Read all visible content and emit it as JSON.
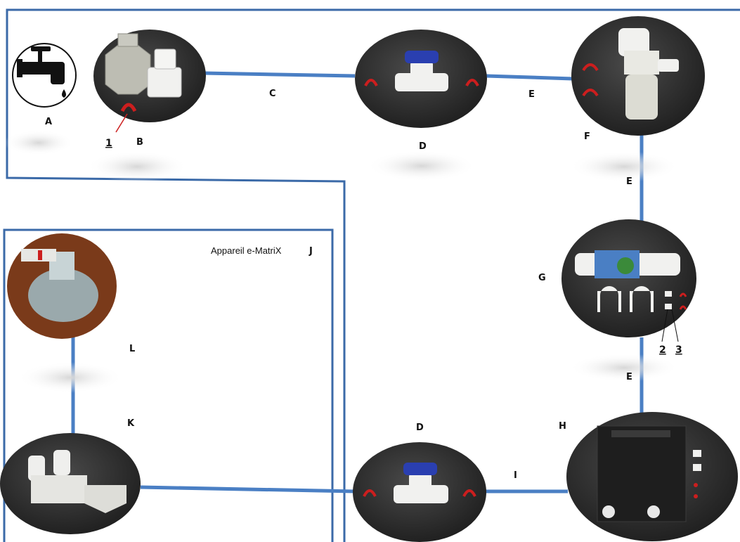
{
  "labels": {
    "A": "A",
    "B": "B",
    "C": "C",
    "D_top": "D",
    "E_top": "E",
    "F": "F",
    "E_mid": "E",
    "G": "G",
    "E_low": "E",
    "H": "H",
    "D_bottom": "D",
    "I": "I",
    "K": "K",
    "L": "L",
    "J": "J"
  },
  "device_title": "Appareil e-MatriX",
  "part_numbers": {
    "n1": "1",
    "n2": "2",
    "n3": "3"
  },
  "colors": {
    "frame": "#3b6aa8",
    "pipe": "#4a7fc4",
    "photo_bg": "#2b2b2b",
    "fitting_white": "#f1f1ef",
    "fitting_grey": "#bdbdb3",
    "clip_red": "#cc1e1e",
    "valve_blue": "#2a3fb0",
    "tank_brown": "#7a3a1a"
  },
  "icons": {
    "A": "water-tap-icon",
    "B": "tap-adapter-photo",
    "D": "ball-valve-photo",
    "F": "sediment-filter-photo",
    "G": "inline-filter-photo",
    "H": "emx-controller-photo",
    "K": "solenoid-valve-photo",
    "L": "tank-fitting-photo"
  }
}
